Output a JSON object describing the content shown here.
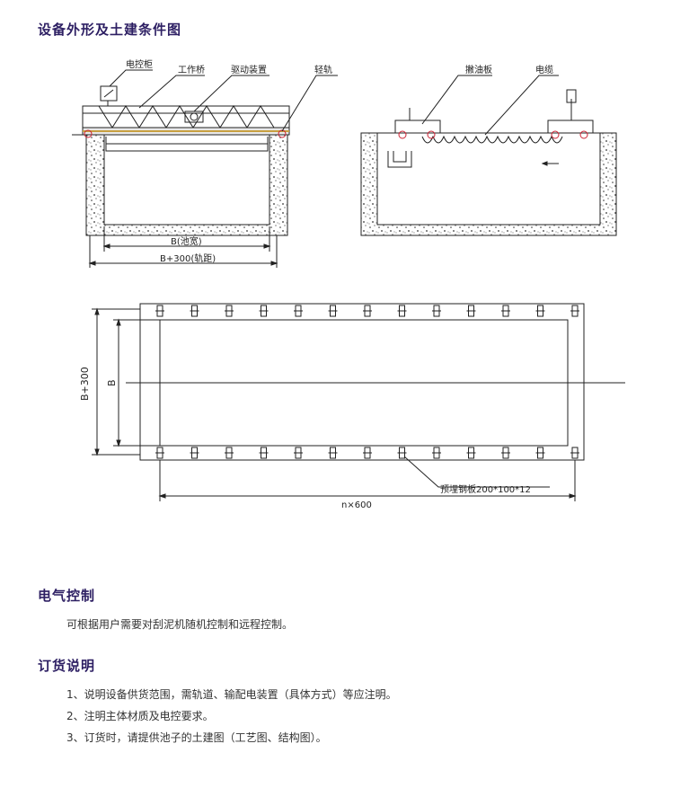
{
  "page": {
    "title": "设备外形及土建条件图",
    "electrical": {
      "heading": "电气控制",
      "text": "可根据用户需要对刮泥机随机控制和远程控制。"
    },
    "ordering": {
      "heading": "订货说明",
      "items": [
        "1、说明设备供货范围，需轨道、输配电装置（具体方式）等应注明。",
        "2、注明主体材质及电控要求。",
        "3、订货时，请提供池子的土建图（工艺图、结构图）。"
      ]
    }
  },
  "drawing": {
    "labels": {
      "control_cabinet": "电控柜",
      "bridge": "工作桥",
      "drive": "驱动装置",
      "light_rail": "轻轨",
      "skimmer": "撇油板",
      "cable": "电缆"
    },
    "dims": {
      "pool_width": "B(池宽)",
      "rail_span": "B+300(轨距)",
      "plan_outer": "B+300",
      "plan_inner": "B",
      "spacing": "n×600",
      "plate": "预埋钢板200*100*12"
    }
  }
}
